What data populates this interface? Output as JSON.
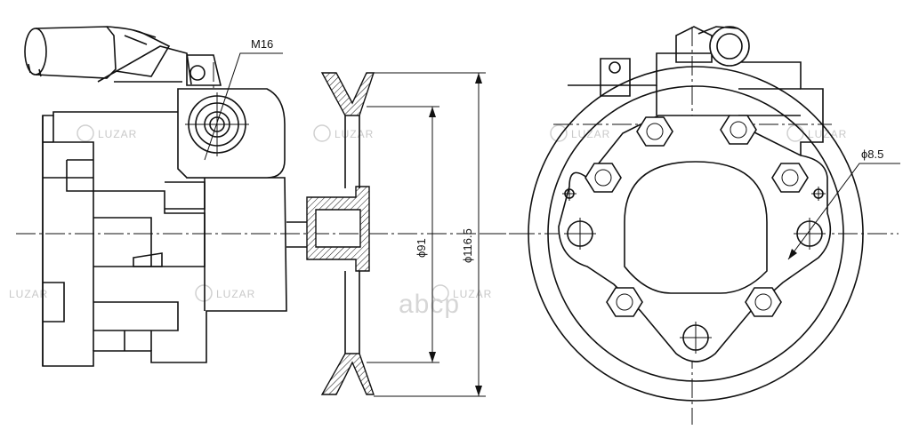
{
  "labels": {
    "thread": "M16",
    "dia_inner": "ϕ91",
    "dia_outer": "ϕ116.5",
    "dia_hole": "ϕ8.5"
  },
  "watermark": {
    "brand": "LUZAR",
    "site": "abcp"
  },
  "colors": {
    "line": "#111111",
    "background": "#ffffff",
    "watermark": "#d0d0d0"
  }
}
